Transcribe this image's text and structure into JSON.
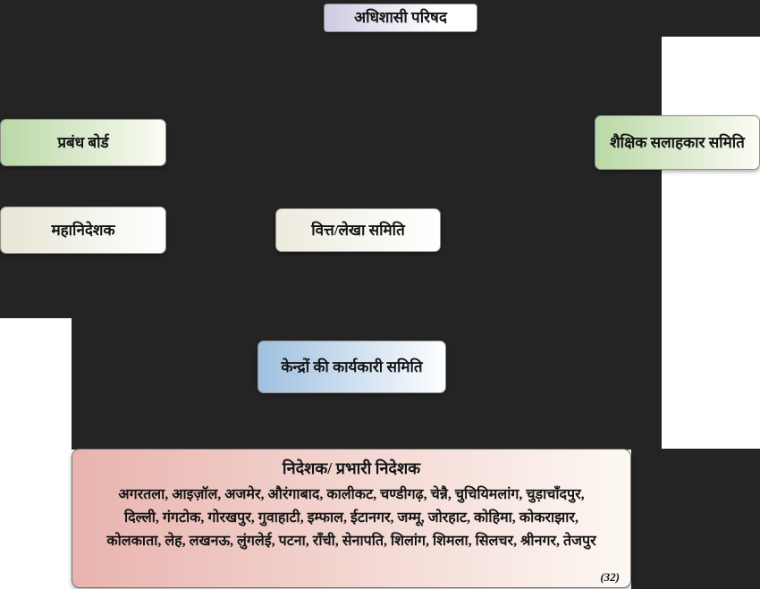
{
  "diagram": {
    "governing_council": {
      "label": "अधिशासी परिषद"
    },
    "management_board": {
      "label": "प्रबंध बोर्ड"
    },
    "academic_advisory_committee": {
      "label": "शैक्षिक सलाहकार समिति"
    },
    "director_general": {
      "label": "महानिदेशक"
    },
    "finance_accounts_committee": {
      "label": "वित्त/लेखा समिति"
    },
    "executive_committee_of_centres": {
      "label": "केन्द्रों की कार्यकारी समिति"
    },
    "directors_box": {
      "title": "निदेशक/ प्रभारी निदेशक",
      "cities_line1": "अगरतला, आइज़ॉल, अजमेर, औरंगाबाद, कालीकट, चण्डीगढ़, चेन्नै, चुचियिमलांग, चुड़ाचाँदपुर,",
      "cities_line2": "दिल्ली, गंगटोक, गोरखपुर, गुवाहाटी, इम्फाल, ईटानगर, जम्मू, जोरहाट, कोहिमा, कोकराझार,",
      "cities_line3": "कोलकाता, लेह, लखनऊ, लुंगलेई, पटना, राँची, सेनापति, शिलांग, शिमला, सिलचर, श्रीनगर, तेजपुर",
      "count": "(32)"
    },
    "colors": {
      "background_dark": "#242424",
      "green_box": "#b9d8a6",
      "blue_box": "#9fc0df",
      "pink_box": "#e9b3ae",
      "lavender_box": "#cfc9e2",
      "cream_box": "#e7e5d4",
      "text": "#141414"
    }
  }
}
